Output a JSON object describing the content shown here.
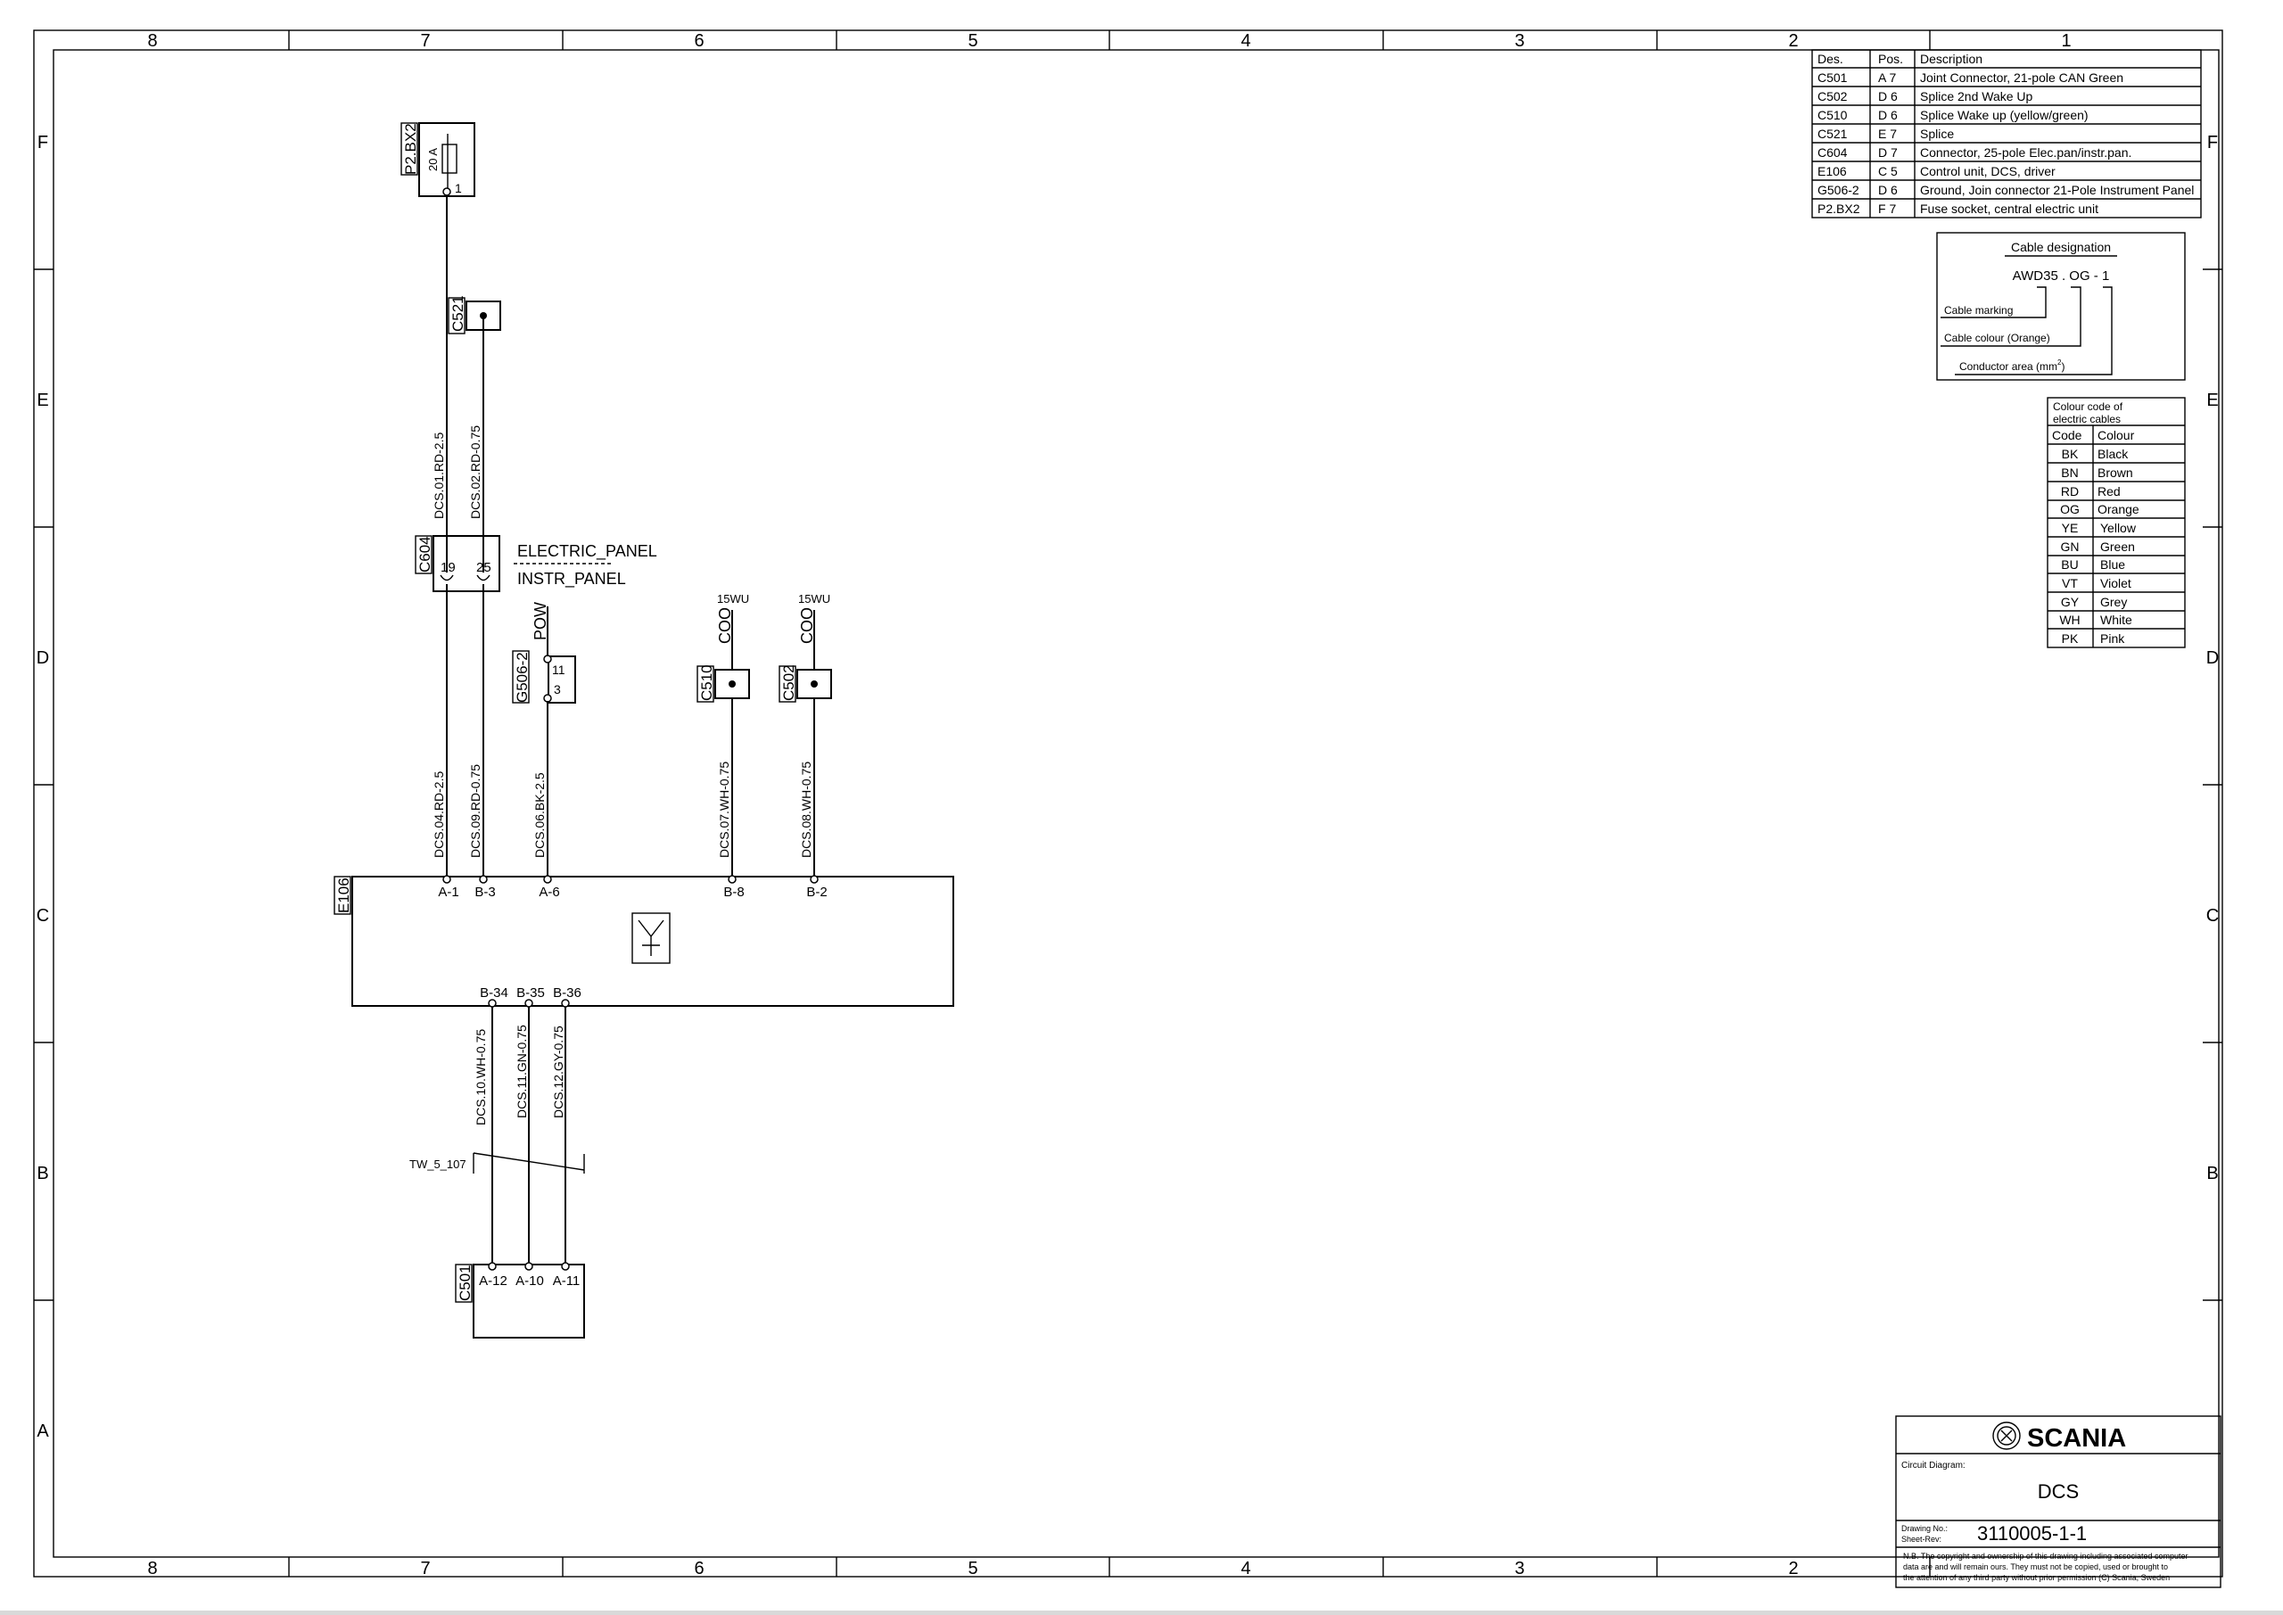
{
  "border": {
    "columns": [
      "8",
      "7",
      "6",
      "5",
      "4",
      "3",
      "2",
      "1"
    ],
    "rows": [
      "F",
      "E",
      "D",
      "C",
      "B",
      "A"
    ]
  },
  "components": {
    "fuse_ref": "P2.BX2",
    "fuse_rating": "20 A",
    "fuse_pin": "1",
    "splice_c521": "C521",
    "connector_c604": "C604",
    "c604_pin_a": "19",
    "c604_pin_b": "25",
    "panel_top": "ELECTRIC_PANEL",
    "panel_bottom": "INSTR_PANEL",
    "ground_ref": "G506-2",
    "ground_pin_a": "11",
    "ground_pin_b": "3",
    "pow_label": "POW",
    "c510_ref": "C510",
    "c510_signal": "COO",
    "c510_wakeup": "15WU",
    "c502_ref": "C502",
    "c502_signal": "COO",
    "c502_wakeup": "15WU",
    "ecu_ref": "E106",
    "ecu_pins_top": [
      "A-1",
      "B-3",
      "A-6",
      "B-8",
      "B-2"
    ],
    "ecu_pins_bottom": [
      "B-34",
      "B-35",
      "B-36"
    ],
    "twist_label": "TW_5_107",
    "c501_ref": "C501",
    "c501_pins": [
      "A-12",
      "A-10",
      "A-11"
    ]
  },
  "cables": {
    "w01": "DCS.01.RD-2.5",
    "w02": "DCS.02.RD-0.75",
    "w04": "DCS.04.RD-2.5",
    "w09": "DCS.09.RD-0.75",
    "w06": "DCS.06.BK-2.5",
    "w07": "DCS.07.WH-0.75",
    "w08": "DCS.08.WH-0.75",
    "w10": "DCS.10.WH-0.75",
    "w11": "DCS.11.GN-0.75",
    "w12": "DCS.12.GY-0.75"
  },
  "legend": {
    "headers": [
      "Des.",
      "Pos.",
      "Description"
    ],
    "rows": [
      [
        "C501",
        "A 7",
        "Joint Connector, 21-pole CAN Green"
      ],
      [
        "C502",
        "D 6",
        "Splice 2nd Wake Up"
      ],
      [
        "C510",
        "D 6",
        "Splice Wake up (yellow/green)"
      ],
      [
        "C521",
        "E 7",
        "Splice"
      ],
      [
        "C604",
        "D 7",
        "Connector, 25-pole Elec.pan/instr.pan."
      ],
      [
        "E106",
        "C 5",
        "Control unit, DCS, driver"
      ],
      [
        "G506-2",
        "D 6",
        "Ground, Join connector 21-Pole Instrument Panel"
      ],
      [
        "P2.BX2",
        "F 7",
        "Fuse socket, central electric unit"
      ]
    ]
  },
  "cable_designation": {
    "title": "Cable designation",
    "example": "AWD35 . OG  -  1",
    "marking": "Cable marking",
    "colour": "Cable colour (Orange)",
    "area": "Conductor area (mm",
    "area_sup": "2",
    "area_end": ")"
  },
  "colour_code": {
    "title_line1": "Colour code of",
    "title_line2": "electric cables",
    "headers": [
      "Code",
      "Colour"
    ],
    "rows": [
      [
        "BK",
        "Black"
      ],
      [
        "BN",
        "Brown"
      ],
      [
        "RD",
        "Red"
      ],
      [
        "OG",
        "Orange"
      ],
      [
        "YE",
        "Yellow"
      ],
      [
        "GN",
        "Green"
      ],
      [
        "BU",
        "Blue"
      ],
      [
        "VT",
        "Violet"
      ],
      [
        "GY",
        "Grey"
      ],
      [
        "WH",
        "White"
      ],
      [
        "PK",
        "Pink"
      ]
    ]
  },
  "title_block": {
    "brand": "SCANIA",
    "circuit_label": "Circuit Diagram:",
    "circuit_name": "DCS",
    "drawing_label_1": "Drawing No.:",
    "drawing_label_2": "Sheet-Rev:",
    "drawing_no": "3110005-1-1",
    "note_1": "N.B. The copyright and ownership of this drawing including associated computer",
    "note_2": "data are and will remain ours. They must not be copied, used or brought to",
    "note_3": "the attention of any third party without prior permission (C) Scania, Sweden"
  }
}
